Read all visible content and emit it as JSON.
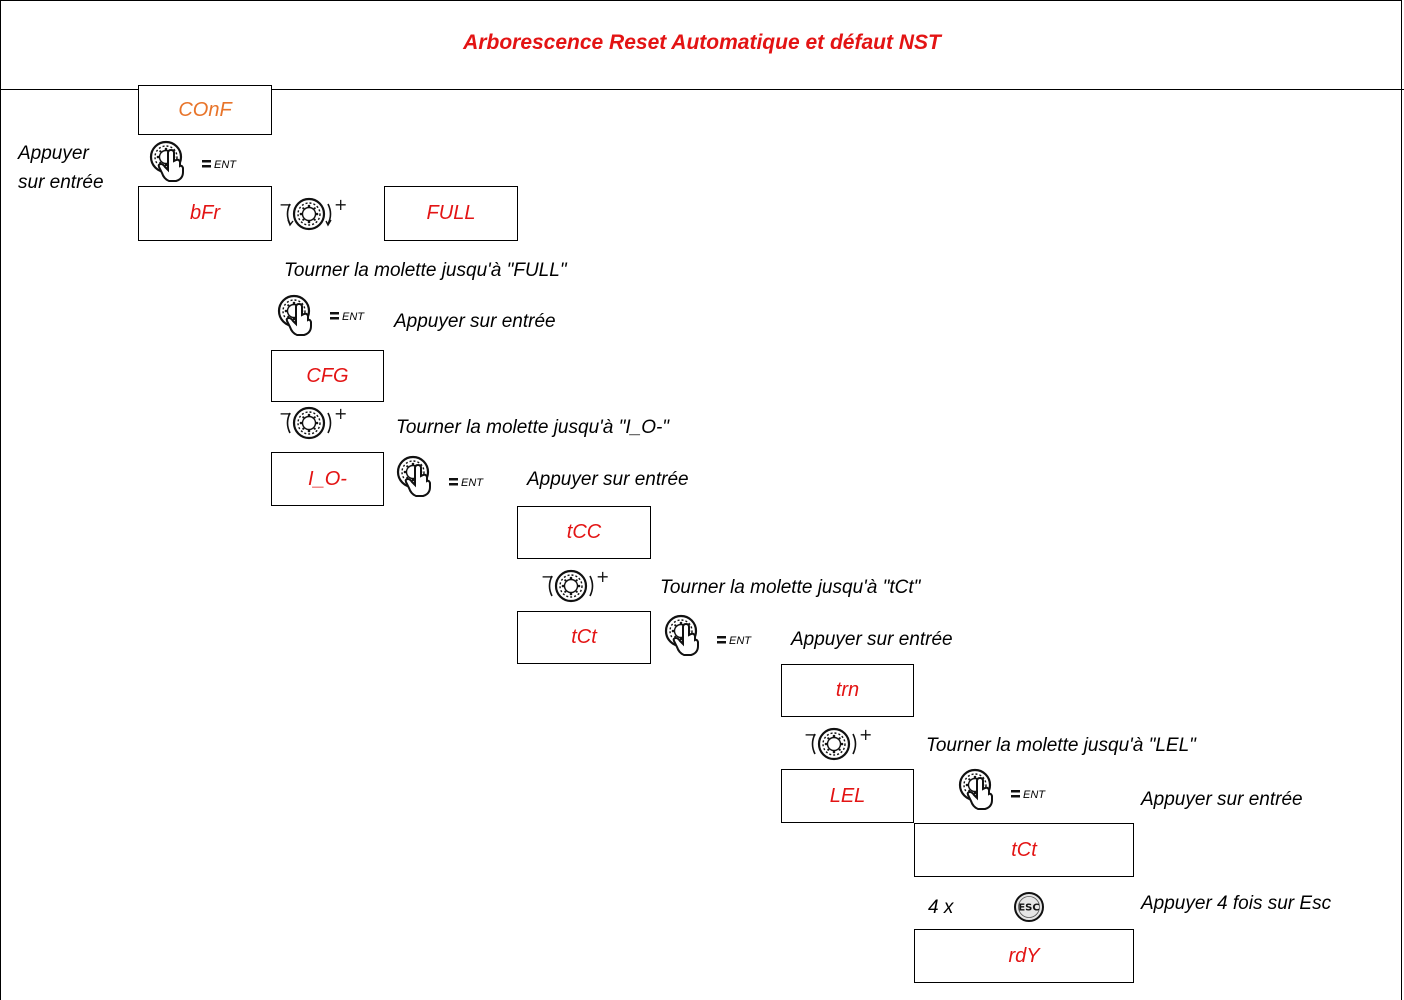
{
  "title": "Arborescence Reset Automatique et défaut NST",
  "colors": {
    "title": "#e31414",
    "code": "#e31414",
    "code_conf": "#e8742a",
    "text": "#000000"
  },
  "codes": {
    "conf": "COnF",
    "bfr": "bFr",
    "full": "FULL",
    "cfg": "CFG",
    "io": "I_O-",
    "tcc": "tCC",
    "tct": "tCt",
    "trn": "trn",
    "lel": "LEL",
    "tct2": "tCt",
    "rdy": "rdY"
  },
  "labels": {
    "press_enter_line1": "Appuyer",
    "press_enter_line2": "sur entrée",
    "turn_full": "Tourner la molette jusqu'à \"FULL\"",
    "press_enter_1": "Appuyer sur entrée",
    "turn_io": "Tourner la molette jusqu'à \"I_O-\"",
    "press_enter_2": "Appuyer sur entrée",
    "turn_tct": "Tourner la molette jusqu'à \"tCt\"",
    "press_enter_3": "Appuyer sur entrée",
    "turn_lel": "Tourner la molette jusqu'à \"LEL\"",
    "press_enter_4": "Appuyer sur entrée",
    "times": "4 x",
    "press_esc": "Appuyer 4 fois sur Esc"
  },
  "icons": {
    "ent_label": "= ENT",
    "esc_label": "ESC",
    "minus": "−",
    "plus": "+"
  }
}
